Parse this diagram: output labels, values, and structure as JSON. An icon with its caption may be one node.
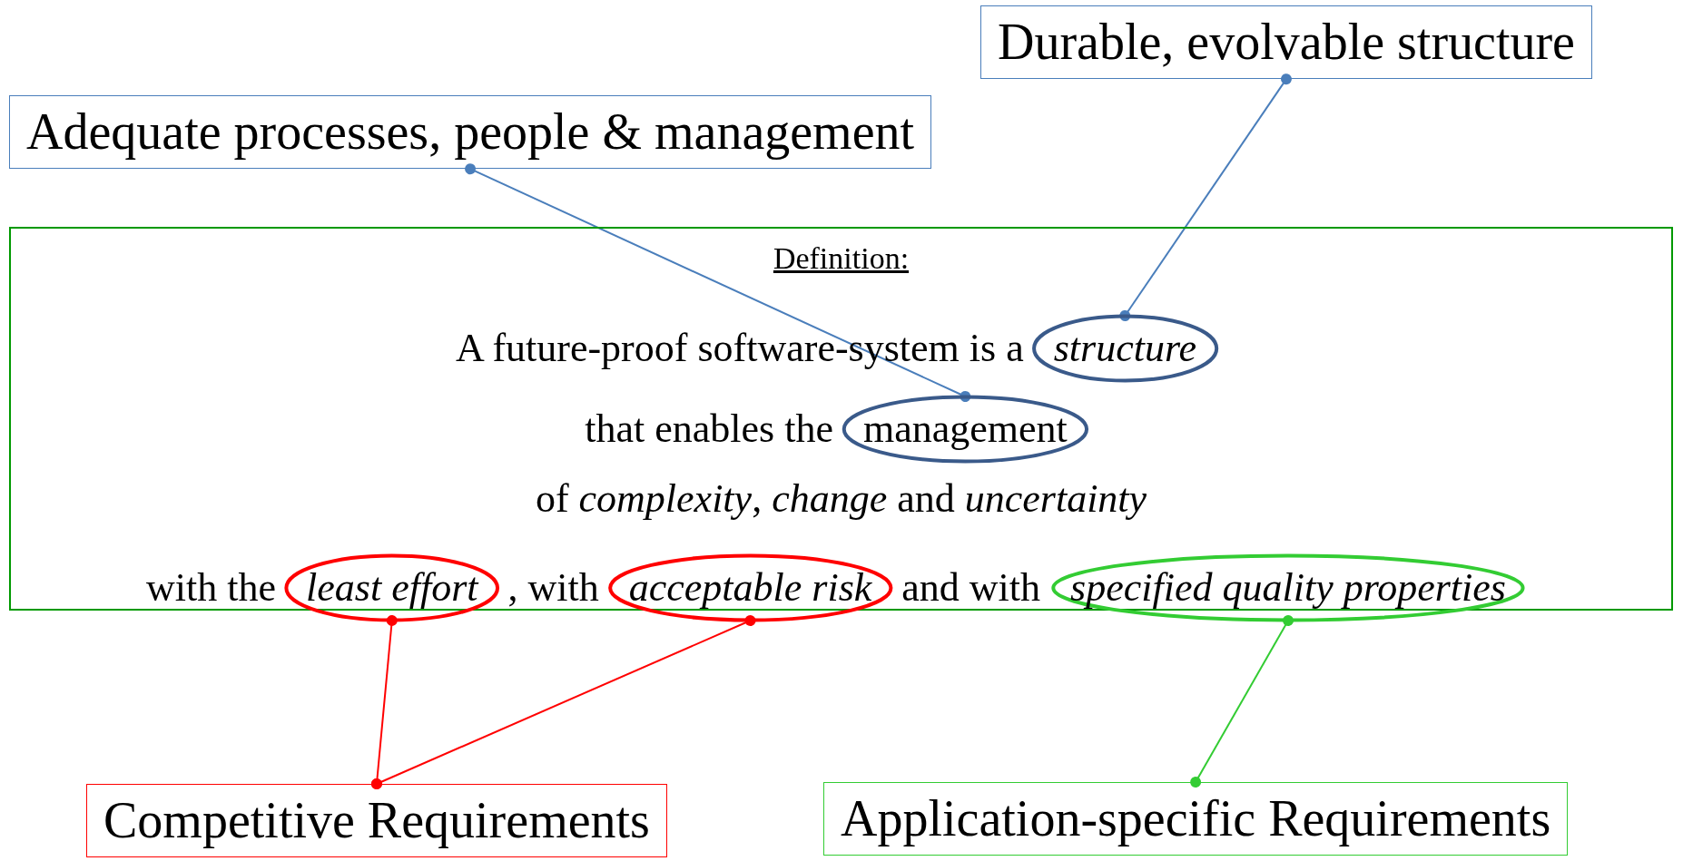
{
  "diagram": {
    "nodes": [
      {
        "text": [
          "Durable, evolvable structure"
        ]
      },
      {
        "text": [
          "Adequate processes, people & management"
        ]
      },
      {
        "text": [
          "Definition:",
          "A future-proof software-system is a",
          "that enables the",
          "of *complexity*, *change* and *uncertainty*",
          "with the",
          ", with",
          "and with"
        ]
      },
      {
        "text": [
          "structure"
        ],
        "in": 2
      },
      {
        "text": [
          "management"
        ],
        "in": 2
      },
      {
        "text": [
          "least effort"
        ],
        "in": 2
      },
      {
        "text": [
          "acceptable risk"
        ],
        "in": 2
      },
      {
        "text": [
          "specified quality properties"
        ],
        "in": 2
      },
      {
        "text": [
          "Competitive Requirements"
        ]
      },
      {
        "text": [
          "Application-specific Requirements"
        ]
      }
    ],
    "edges": [
      {
        "from": 0,
        "to": 3,
        "arrow": "other",
        "color": "#4a7ebb"
      },
      {
        "from": 1,
        "to": 4,
        "arrow": "other",
        "color": "#4a7ebb"
      },
      {
        "from": 8,
        "to": 5,
        "arrow": "other",
        "color": "#ff0000"
      },
      {
        "from": 8,
        "to": 6,
        "arrow": "other",
        "color": "#ff0000"
      },
      {
        "from": 9,
        "to": 7,
        "arrow": "other",
        "color": "#33cc33"
      }
    ]
  }
}
